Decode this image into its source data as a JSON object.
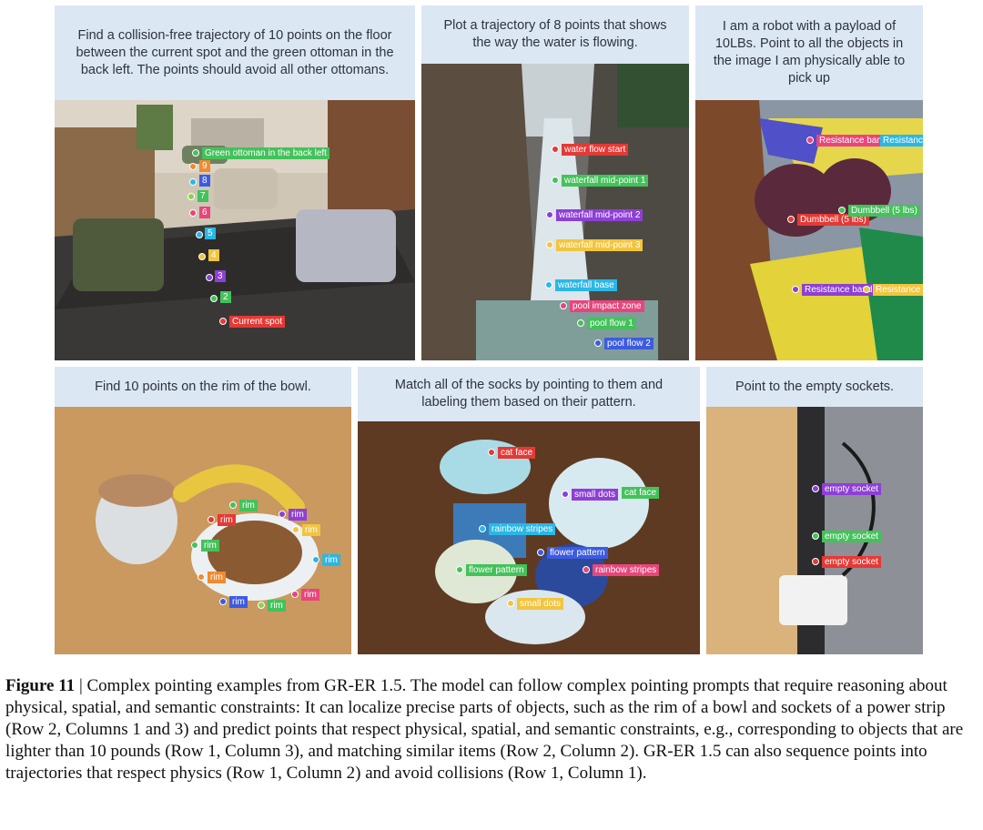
{
  "panels": [
    {
      "prompt": "Find a collision-free trajectory of 10 points on the floor between the current spot and the green ottoman in the back left. The points should avoid all other ottomans."
    },
    {
      "prompt": "Plot a trajectory of 8 points that shows the way the water is flowing."
    },
    {
      "prompt": "I am a robot with a payload of 10LBs. Point to all the objects in the image I am physically able to pick up"
    },
    {
      "prompt": "Find 10 points on the rim of the bowl."
    },
    {
      "prompt": "Match all of the socks by pointing to them and labeling them based on their pattern."
    },
    {
      "prompt": "Point to the empty sockets."
    }
  ],
  "points": {
    "p1": {
      "goal": "Green ottoman in the back left",
      "start": "Current spot",
      "steps": [
        "9",
        "8",
        "7",
        "6",
        "5",
        "4",
        "3",
        "2"
      ]
    },
    "p2": [
      "water flow start",
      "waterfall mid-point 1",
      "waterfall mid-point 2",
      "waterfall mid-point 3",
      "waterfall base",
      "pool impact zone",
      "pool flow 1",
      "pool flow 2"
    ],
    "p3": [
      "Resistance band",
      "Resistance",
      "Dumbbell (5 lbs)",
      "Dumbbell (5 lbs)",
      "Resistance band",
      "Resistance ba"
    ],
    "p4": "rim",
    "p5": [
      "cat face",
      "small dots",
      "cat face",
      "rainbow stripes",
      "flower pattern",
      "flower pattern",
      "rainbow stripes",
      "small dots"
    ],
    "p6": [
      "empty socket",
      "empty socket",
      "empty socket"
    ]
  },
  "colors": {
    "red": "#e53935",
    "green": "#43c25a",
    "blue": "#3d5be0",
    "purple": "#8e3fd6",
    "yellow": "#f2c53d",
    "pink": "#e8457d",
    "cyan": "#2bb7e6",
    "orange": "#f08a2e",
    "lime": "#8fd14f"
  },
  "caption": {
    "label": "Figure 11",
    "text": " | Complex pointing examples from GR-ER 1.5. The model can follow complex pointing prompts that require reasoning about physical, spatial, and semantic constraints: It can localize precise parts of objects, such as the rim of a bowl and sockets of a power strip (Row 2, Columns 1 and 3) and predict points that respect physical, spatial, and semantic constraints, e.g., corresponding to objects that are lighter than 10 pounds (Row 1, Column 3), and matching similar items (Row 2, Column 2). GR-ER 1.5 can also sequence points into trajectories that respect physics (Row 1, Column 2) and avoid collisions (Row 1, Column 1)."
  }
}
